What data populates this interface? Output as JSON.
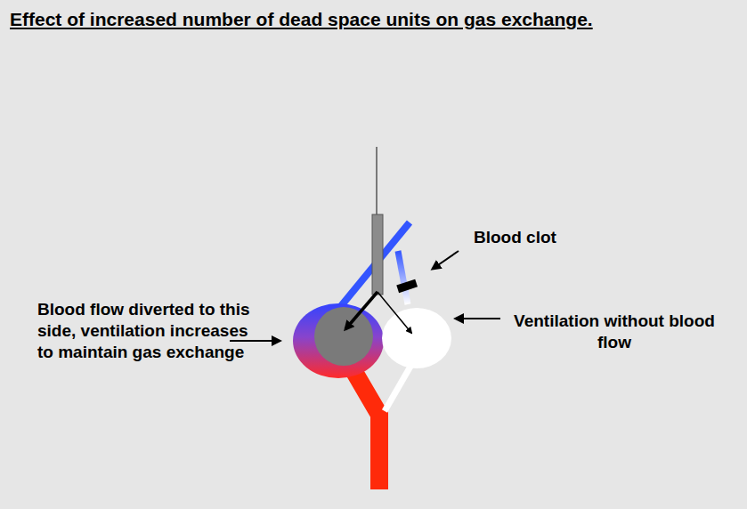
{
  "diagram": {
    "title": "Effect of increased number of dead space units on gas exchange.",
    "labels": [
      "Blood clot",
      "Ventilation without blood flow",
      "Blood flow diverted to this side, ventilation increases to maintain gas exchange"
    ]
  }
}
